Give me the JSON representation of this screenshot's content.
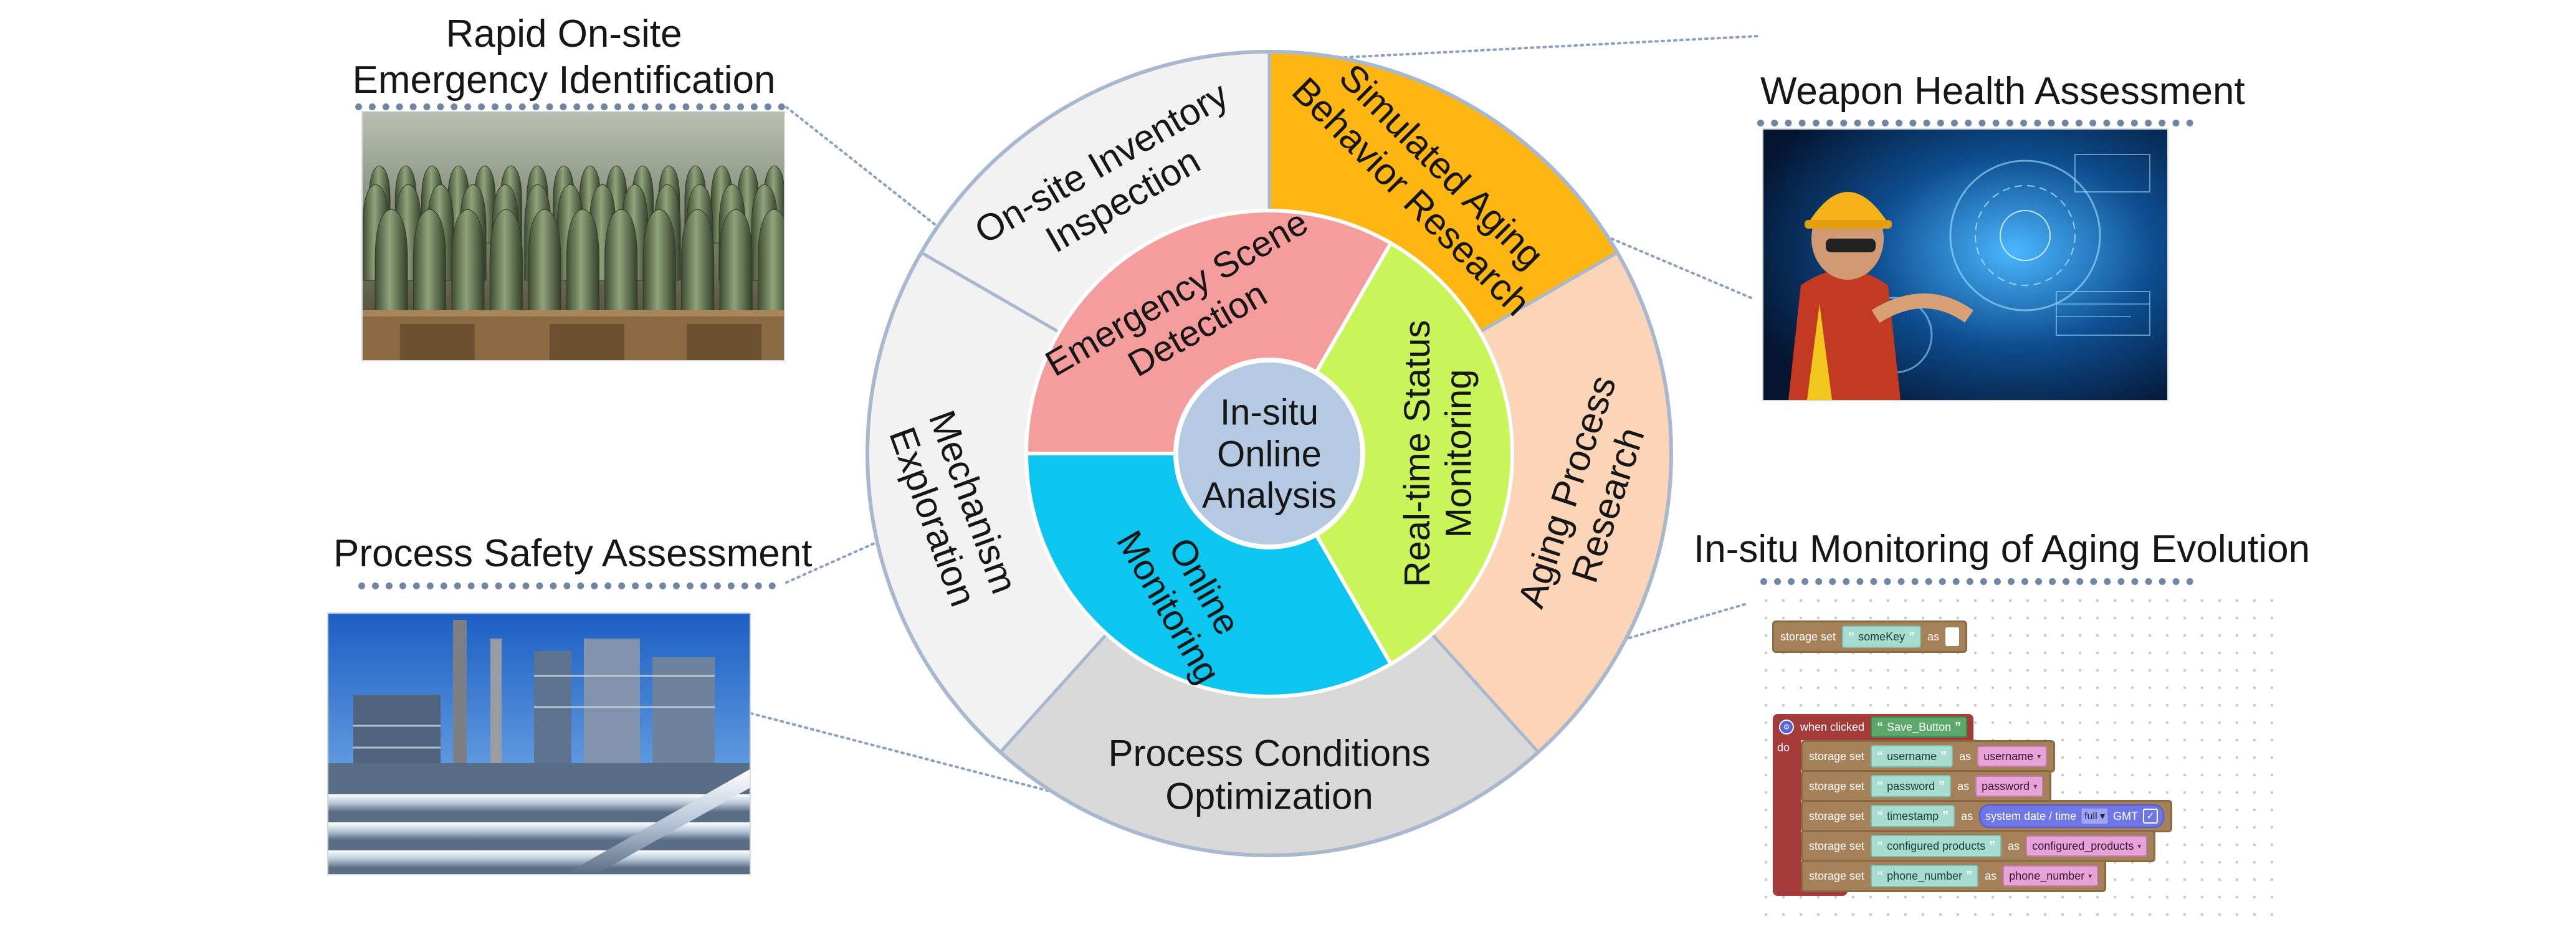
{
  "center": {
    "lines": [
      "In-situ",
      "Online",
      "Analysis"
    ]
  },
  "inner_ring": [
    {
      "id": "emergency-scene-detection",
      "lines": [
        "Emergency Scene",
        "Detection"
      ],
      "color": "#f59c9c"
    },
    {
      "id": "real-time-status-monitoring",
      "lines": [
        "Real-time Status",
        "Monitoring"
      ],
      "color": "#c9f55a"
    },
    {
      "id": "online-monitoring",
      "lines": [
        "Online",
        "Monitoring"
      ],
      "color": "#0cc6ef"
    }
  ],
  "outer_ring": [
    {
      "id": "on-site-inventory-inspection",
      "lines": [
        "On-site Inventory",
        "Inspection"
      ],
      "color": "#f2f2f2"
    },
    {
      "id": "simulated-aging-behavior-research",
      "lines": [
        "Simulated Aging",
        "Behavior Research"
      ],
      "color": "#ffb612"
    },
    {
      "id": "aging-process-research",
      "lines": [
        "Aging Process",
        "Research"
      ],
      "color": "#fcd5b8"
    },
    {
      "id": "process-conditions-optimization",
      "lines": [
        "Process Conditions",
        "Optimization"
      ],
      "color": "#d9d9d9"
    },
    {
      "id": "mechanism-exploration",
      "lines": [
        "Mechanism",
        "Exploration"
      ],
      "color": "#f2f2f2"
    }
  ],
  "applications": {
    "rapid_onsite": "Rapid On-site Emergency Identification",
    "weapon_health": "Weapon Health Assessment",
    "process_safety": "Process Safety Assessment",
    "insitu_aging": "In-situ Monitoring of Aging Evolution"
  },
  "blockly": {
    "storage_set": "storage set",
    "as": "as",
    "some_key": "someKey",
    "when_clicked": "when clicked",
    "save_button": "Save_Button",
    "do": "do",
    "rows": [
      {
        "key": "username",
        "value": "username"
      },
      {
        "key": "password",
        "value": "password"
      },
      {
        "key": "timestamp",
        "value": ""
      },
      {
        "key": "configured products",
        "value": "configured_products"
      },
      {
        "key": "phone_number",
        "value": "phone_number"
      }
    ],
    "system_date_time": "system date / time",
    "full": "full",
    "gmt": "GMT"
  }
}
